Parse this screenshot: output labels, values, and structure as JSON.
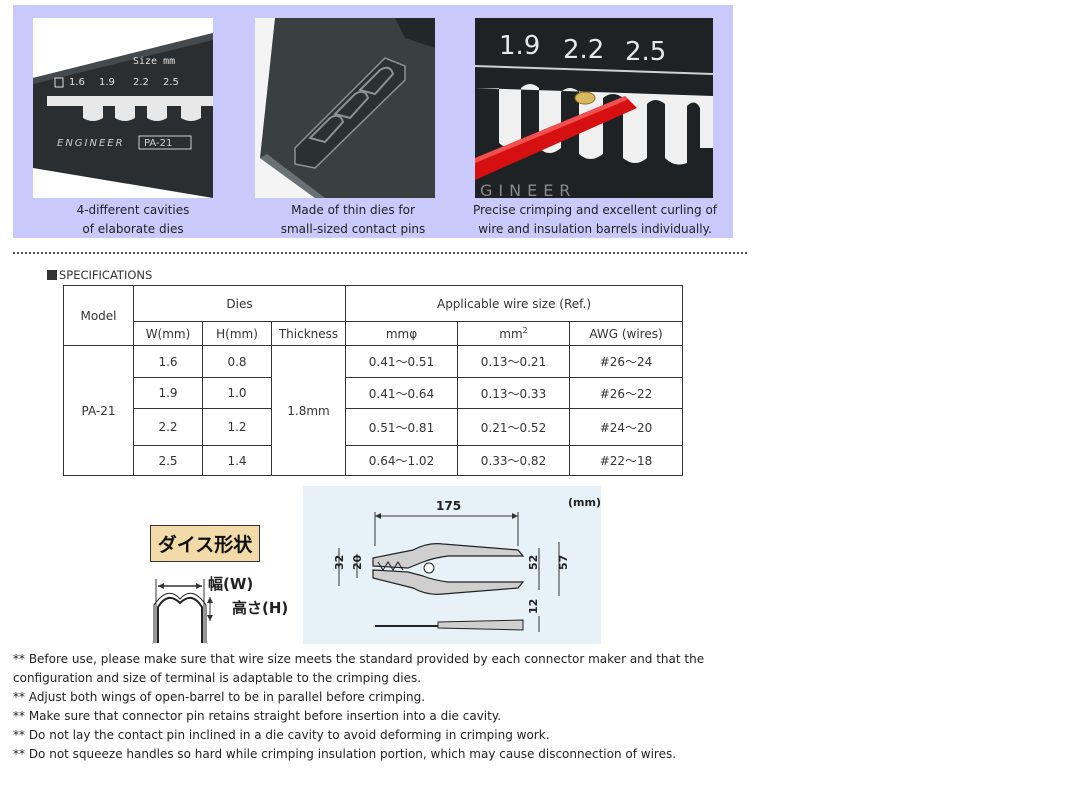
{
  "banner": {
    "photo1": {
      "size_label": "Size   mm",
      "sizes": [
        "1.6",
        "1.9",
        "2.2",
        "2.5"
      ],
      "brand": "ENGINEER",
      "model": "PA-21"
    },
    "photo3": {
      "sizes": [
        "1.9",
        "2.2",
        "2.5"
      ],
      "brand_partial": "GINEER"
    },
    "captions": [
      "4-different cavities\nof elaborate dies",
      "Made of thin dies for\nsmall-sized contact pins",
      "Precise crimping and excellent curling of\nwire and insulation barrels individually."
    ]
  },
  "spec": {
    "title": "SPECIFICATIONS",
    "headers": {
      "model": "Model",
      "dies": "Dies",
      "applicable": "Applicable wire size (Ref.)",
      "w": "W(mm)",
      "h": "H(mm)",
      "thickness": "Thickness",
      "mmphi": "mmφ",
      "mm2": "mm",
      "mm2_sup": "2",
      "awg": "AWG (wires)"
    },
    "model": "PA-21",
    "thickness": "1.8mm",
    "rows": [
      {
        "w": "1.6",
        "h": "0.8",
        "dia": "0.41～0.51",
        "area": "0.13～0.21",
        "awg": "#26～24"
      },
      {
        "w": "1.9",
        "h": "1.0",
        "dia": "0.41～0.64",
        "area": "0.13～0.33",
        "awg": "#26～22"
      },
      {
        "w": "2.2",
        "h": "1.2",
        "dia": "0.51～0.81",
        "area": "0.21～0.52",
        "awg": "#24～20"
      },
      {
        "w": "2.5",
        "h": "1.4",
        "dia": "0.64～1.02",
        "area": "0.33～0.82",
        "awg": "#22～18"
      }
    ]
  },
  "dies_shape": {
    "title": "ダイス形状",
    "width_label": "幅(W)",
    "height_label": "高さ(H)"
  },
  "drawing": {
    "unit": "(mm)",
    "length": "175",
    "jaw_h1": "32",
    "jaw_h2": "20",
    "handle_h1": "52",
    "handle_h2": "57",
    "thickness": "12"
  },
  "notes": [
    "** Before use, please make sure that wire size meets the standard provided by each connector maker and that the",
    "configuration and size of terminal is adaptable to the crimping dies.",
    "** Adjust both wings of open-barrel to be in parallel before crimping.",
    "** Make sure that connector pin retains straight before insertion into a die cavity.",
    "** Do not lay the contact pin inclined in a die cavity to avoid deforming in crimping work.",
    "** Do not squeeze handles so hard while crimping insulation portion, which may cause disconnection of wires."
  ]
}
